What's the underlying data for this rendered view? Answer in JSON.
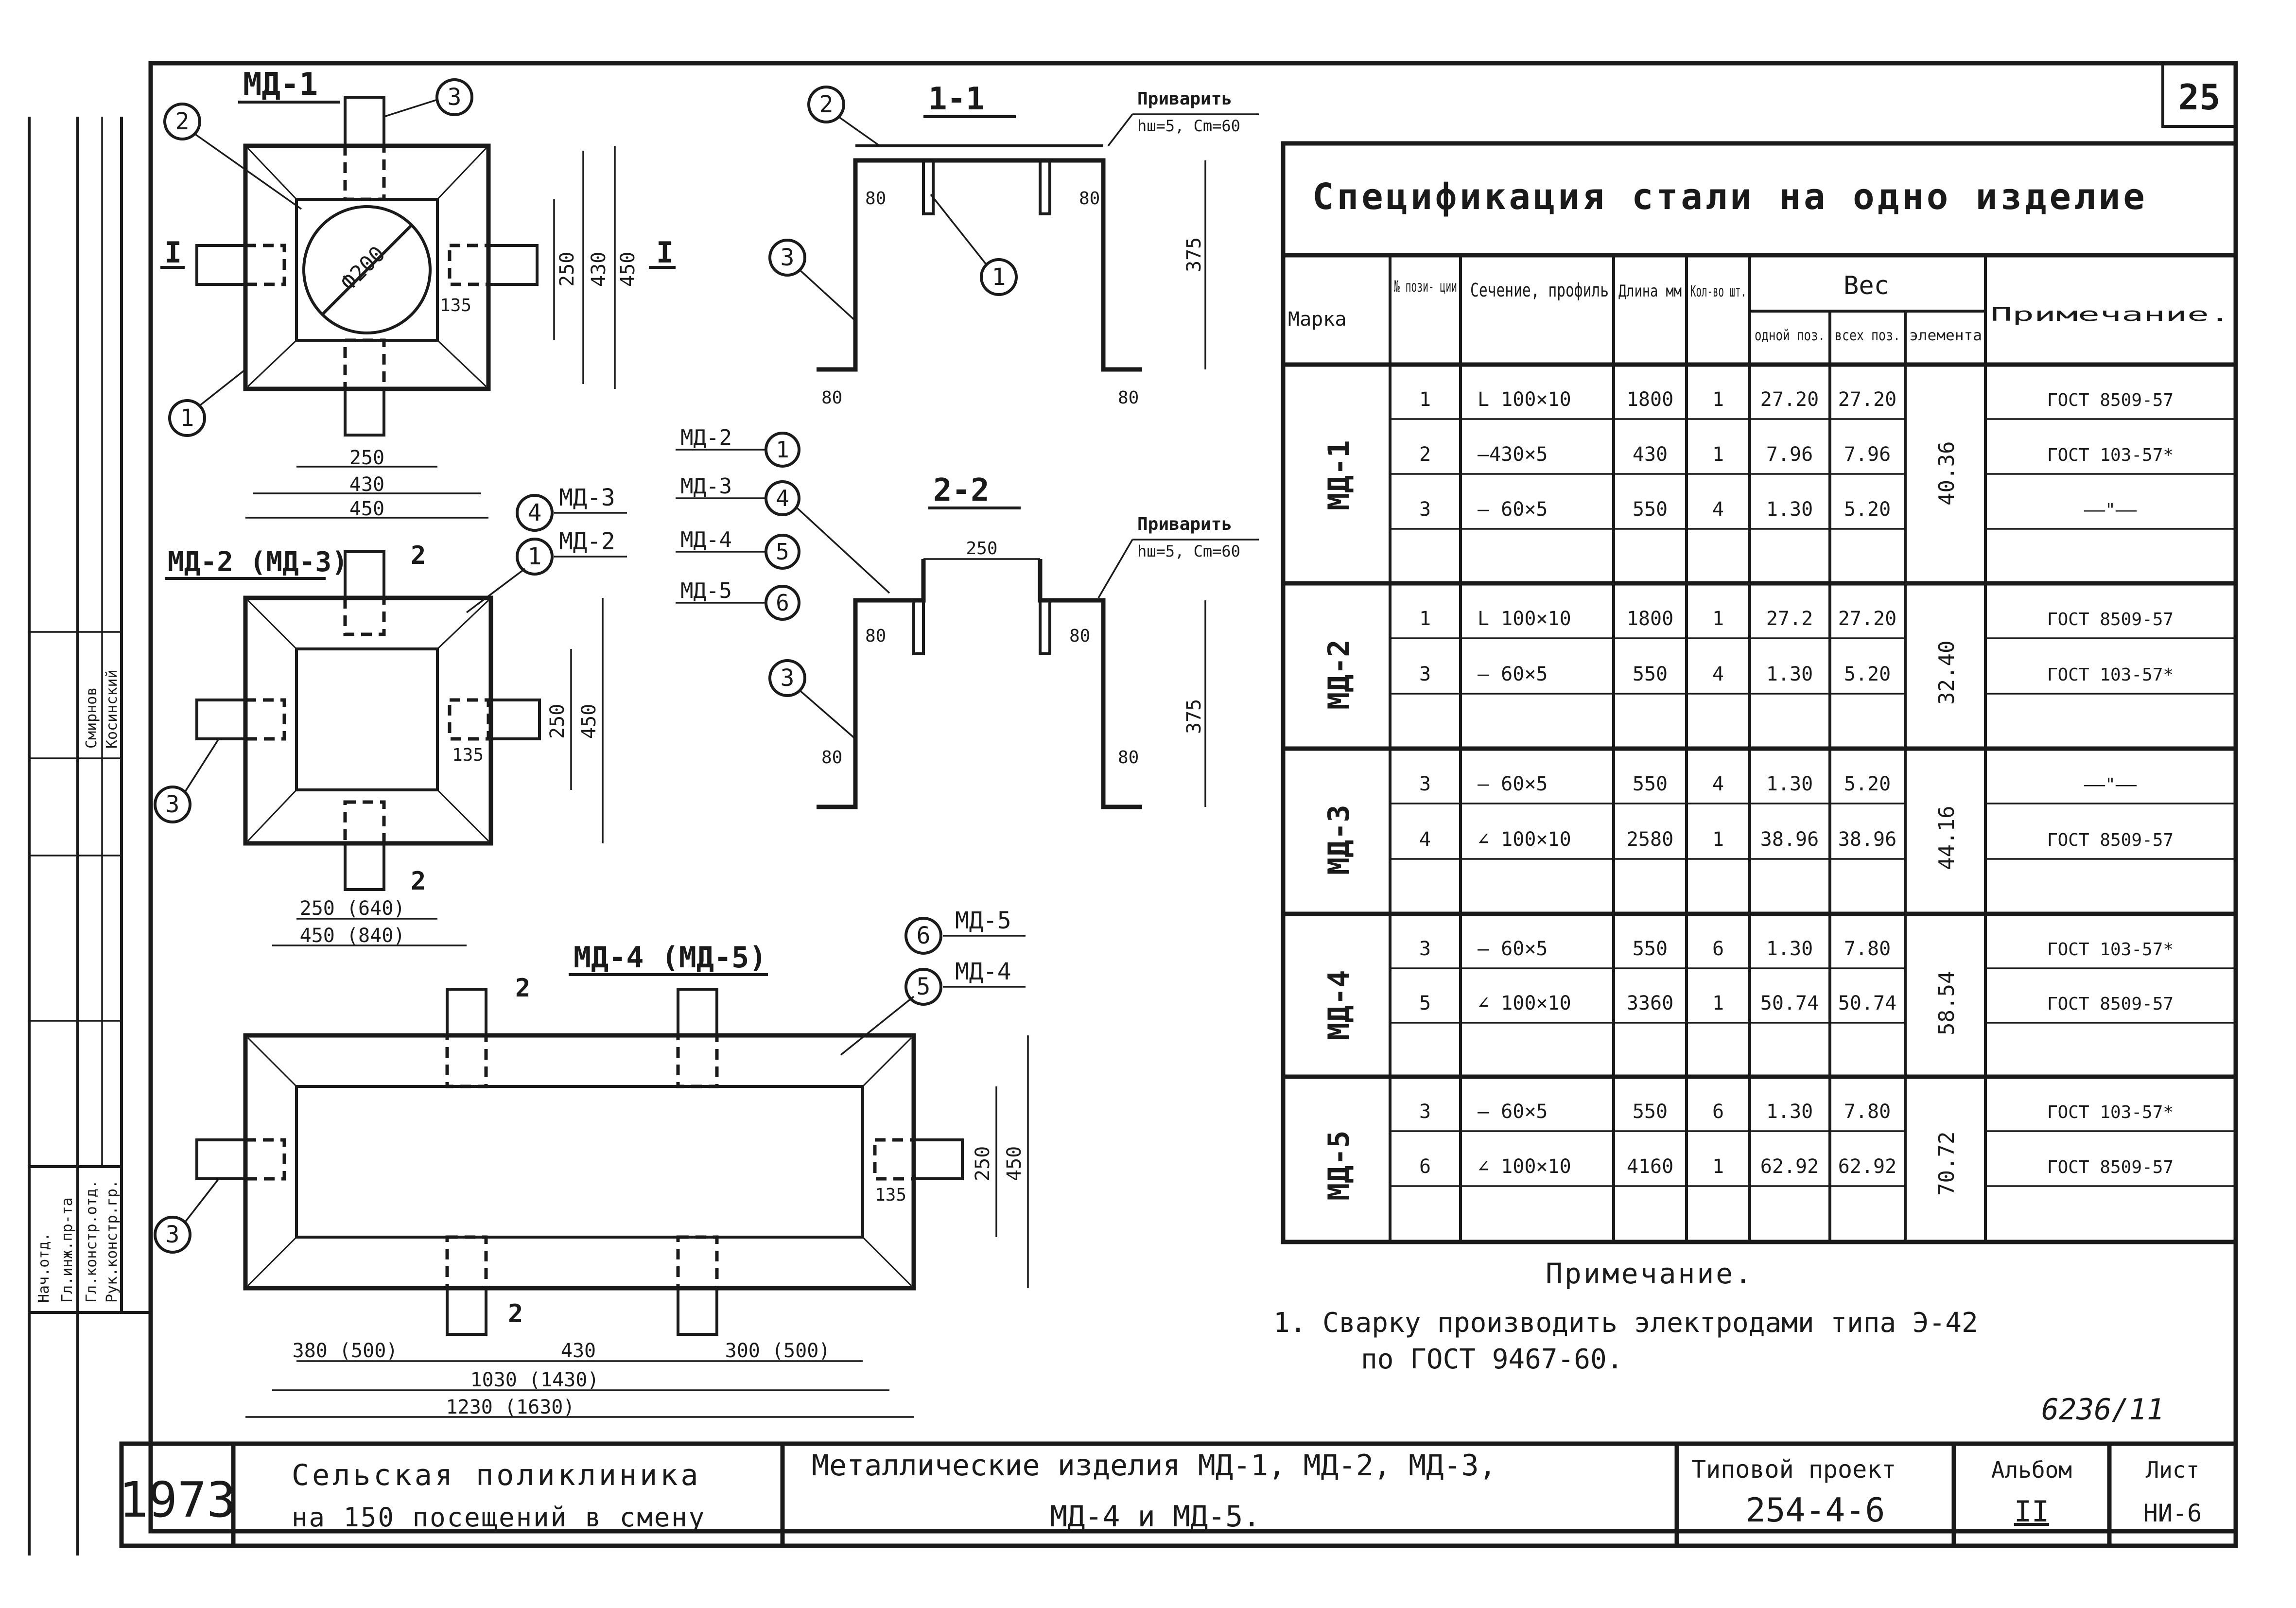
{
  "sheet": {
    "number": "25",
    "archive_number": "6236/11",
    "year": "1973"
  },
  "drawings": {
    "md1": {
      "title": "МД-1",
      "diameter": "Ф200",
      "dims": [
        "250",
        "430",
        "450",
        "135",
        "250",
        "430",
        "450"
      ],
      "positions": [
        "1",
        "2",
        "3"
      ],
      "cut": "I"
    },
    "md2": {
      "title": "МД-2 (МД-3)",
      "dims": [
        "250",
        "450",
        "135",
        "250 (640)",
        "450 (840)"
      ],
      "positions": [
        "1",
        "3"
      ],
      "cut": "2"
    },
    "md4": {
      "title": "МД-4 (МД-5)",
      "dims": [
        "380 (500)",
        "430",
        "300 (500)",
        "1030 (1430)",
        "1230 (1630)",
        "250",
        "450",
        "135"
      ],
      "positions": [
        "3",
        "5",
        "6"
      ],
      "cut": "2"
    },
    "sec1": {
      "title": "1-1",
      "weld": "Приварить",
      "weld_params": "hш=5, Сm=60",
      "dims": [
        "80",
        "80",
        "375",
        "80",
        "80"
      ],
      "positions": [
        "1",
        "2",
        "3"
      ]
    },
    "sec2": {
      "title": "2-2",
      "weld": "Приварить",
      "weld_params": "hш=5, Сm=60",
      "dims": [
        "250",
        "80",
        "80",
        "375",
        "80",
        "80"
      ],
      "positions": [
        "3"
      ]
    },
    "callouts": [
      {
        "label": "МД-2",
        "pos": "1"
      },
      {
        "label": "МД-3",
        "pos": "4"
      },
      {
        "label": "МД-4",
        "pos": "5"
      },
      {
        "label": "МД-5",
        "pos": "6"
      }
    ],
    "side_callouts": [
      {
        "label": "МД-3",
        "pos": "4"
      },
      {
        "label": "МД-2",
        "pos": "1"
      },
      {
        "label": "МД-5",
        "pos": "6"
      },
      {
        "label": "МД-4",
        "pos": "5"
      }
    ]
  },
  "spec": {
    "title": "Спецификация стали на одно изделие",
    "headers": {
      "mark": "Марка",
      "pos": "№ пози- ции",
      "section": "Сечение, профиль",
      "length": "Длина мм",
      "qty": "Кол-во шт.",
      "weight": "Вес",
      "w_one": "одной поз.",
      "w_all": "всех поз.",
      "w_elem": "элемента",
      "note": "Примечание."
    },
    "groups": [
      {
        "mark": "МД-1",
        "total": "40.36",
        "rows": [
          {
            "pos": "1",
            "section": "L 100×10",
            "length": "1800",
            "qty": "1",
            "one": "27.20",
            "all": "27.20",
            "note": "ГОСТ 8509-57"
          },
          {
            "pos": "2",
            "section": "—430×5",
            "length": "430",
            "qty": "1",
            "one": "7.96",
            "all": "7.96",
            "note": "ГОСТ 103-57*"
          },
          {
            "pos": "3",
            "section": "— 60×5",
            "length": "550",
            "qty": "4",
            "one": "1.30",
            "all": "5.20",
            "note": "——\"——"
          }
        ]
      },
      {
        "mark": "МД-2",
        "total": "32.40",
        "rows": [
          {
            "pos": "1",
            "section": "L 100×10",
            "length": "1800",
            "qty": "1",
            "one": "27.2",
            "all": "27.20",
            "note": "ГОСТ 8509-57"
          },
          {
            "pos": "3",
            "section": "— 60×5",
            "length": "550",
            "qty": "4",
            "one": "1.30",
            "all": "5.20",
            "note": "ГОСТ 103-57*"
          }
        ]
      },
      {
        "mark": "МД-3",
        "total": "44.16",
        "rows": [
          {
            "pos": "3",
            "section": "— 60×5",
            "length": "550",
            "qty": "4",
            "one": "1.30",
            "all": "5.20",
            "note": "——\"——"
          },
          {
            "pos": "4",
            "section": "∠ 100×10",
            "length": "2580",
            "qty": "1",
            "one": "38.96",
            "all": "38.96",
            "note": "ГОСТ 8509-57"
          }
        ]
      },
      {
        "mark": "МД-4",
        "total": "58.54",
        "rows": [
          {
            "pos": "3",
            "section": "— 60×5",
            "length": "550",
            "qty": "6",
            "one": "1.30",
            "all": "7.80",
            "note": "ГОСТ 103-57*"
          },
          {
            "pos": "5",
            "section": "∠ 100×10",
            "length": "3360",
            "qty": "1",
            "one": "50.74",
            "all": "50.74",
            "note": "ГОСТ 8509-57"
          }
        ]
      },
      {
        "mark": "МД-5",
        "total": "70.72",
        "rows": [
          {
            "pos": "3",
            "section": "— 60×5",
            "length": "550",
            "qty": "6",
            "one": "1.30",
            "all": "7.80",
            "note": "ГОСТ 103-57*"
          },
          {
            "pos": "6",
            "section": "∠ 100×10",
            "length": "4160",
            "qty": "1",
            "one": "62.92",
            "all": "62.92",
            "note": "ГОСТ 8509-57"
          }
        ]
      }
    ]
  },
  "notes": {
    "title": "Примечание.",
    "line1": "1. Сварку производить электродами типа Э-42",
    "line2": "по ГОСТ 9467-60."
  },
  "titleblock": {
    "project_name_1": "Сельская поликлиника",
    "project_name_2": "на 150 посещений в смену",
    "sheet_title_1": "Металлические изделия МД-1, МД-2, МД-3,",
    "sheet_title_2": "МД-4 и МД-5.",
    "typical_label": "Типовой проект",
    "typical_value": "254-4-6",
    "album_label": "Альбом",
    "album_value": "II",
    "list_label": "Лист",
    "list_value": "НИ-6"
  },
  "stamp": {
    "rows": [
      "Рук.констр.гр.",
      "Гл.констр.отд.",
      "Гл.инж.пр-та",
      "Нач.отд."
    ],
    "names": [
      "Косинский",
      "Смирнов"
    ]
  }
}
